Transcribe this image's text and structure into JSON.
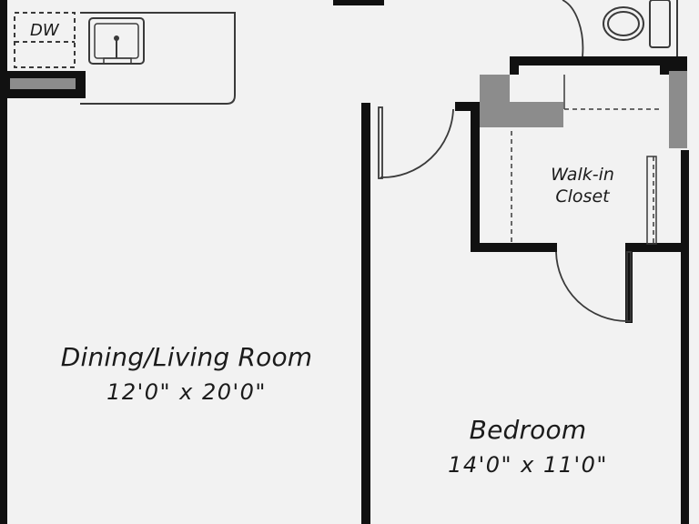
{
  "appliance": {
    "dishwasher": "DW"
  },
  "rooms": {
    "living": {
      "name": "Dining/Living Room",
      "dimensions": "12'0\" x 20'0\""
    },
    "bedroom": {
      "name": "Bedroom",
      "dimensions": "14'0\" x 11'0\""
    },
    "closet": {
      "line1": "Walk-in",
      "line2": "Closet"
    }
  },
  "colors": {
    "wall": "#111111",
    "fixture": "#3a3a3a",
    "gray_block": "#8c8c8c",
    "floor": "#f2f2f2"
  }
}
